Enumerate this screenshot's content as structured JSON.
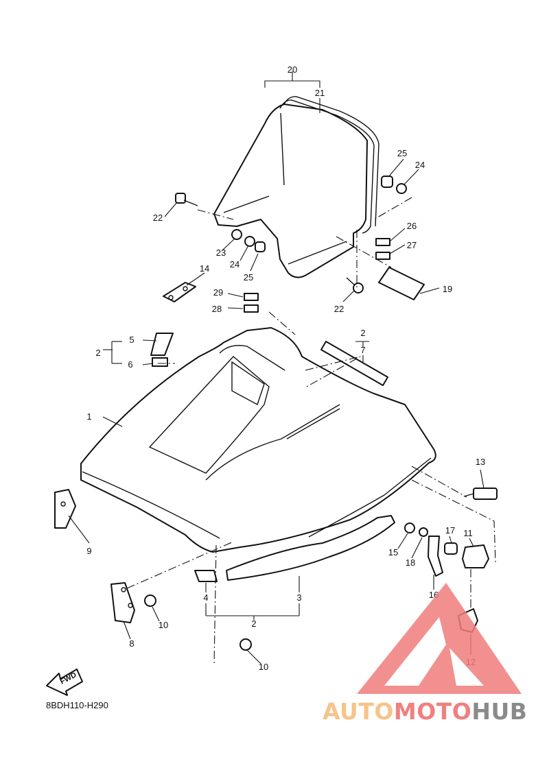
{
  "diagram_code": "8BDH110-H290",
  "fwd_label": "FWD",
  "watermark": {
    "part1": "AUTO",
    "part2": "MOTO",
    "part3": "HUB",
    "color_triangle": "#f07d7d"
  },
  "labels": {
    "l20": "20",
    "l21": "21",
    "l25a": "25",
    "l24a": "24",
    "l22a": "22",
    "l23": "23",
    "l24b": "24",
    "l25b": "25",
    "l26": "26",
    "l27": "27",
    "l14": "14",
    "l19": "19",
    "l29": "29",
    "l28": "28",
    "l22b": "22",
    "l5": "5",
    "l2a": "2",
    "l6": "6",
    "l2b": "2",
    "l7": "7",
    "l1": "1",
    "l13": "13",
    "l9": "9",
    "l17": "17",
    "l11": "11",
    "l15": "15",
    "l18": "18",
    "l16": "16",
    "l4": "4",
    "l3": "3",
    "l2c": "2",
    "l8": "8",
    "l10a": "10",
    "l10b": "10",
    "l12": "12"
  }
}
